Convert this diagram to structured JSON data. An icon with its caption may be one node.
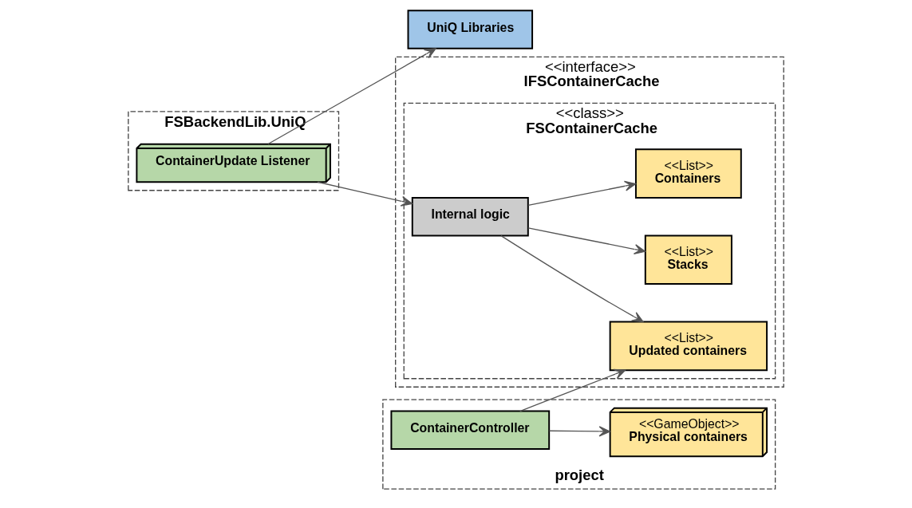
{
  "diagram": {
    "nodes": [
      {
        "text": [
          "FSBackendLib.UniQ"
        ]
      },
      {
        "text": [
          "ContainerUpdate Listener"
        ],
        "in": 0
      },
      {
        "text": [
          "UniQ Libraries"
        ]
      },
      {
        "text": [
          "<<interface>>",
          "IFSContainerCache"
        ]
      },
      {
        "text": [
          "<<class>>",
          "FSContainerCache"
        ],
        "in": 3
      },
      {
        "text": [
          "Internal logic"
        ],
        "in": 4
      },
      {
        "text": [
          "<<List>>",
          "Containers"
        ],
        "in": 4
      },
      {
        "text": [
          "<<List>>",
          "Updated containers"
        ],
        "in": 4
      },
      {
        "text": [
          "<<List>>",
          "Stacks"
        ],
        "in": 4
      },
      {
        "text": [
          "project"
        ]
      },
      {
        "text": [
          "ContainerController"
        ],
        "in": 9
      },
      {
        "text": [
          "<<GameObject>>",
          "Physical containers"
        ],
        "in": 9
      }
    ],
    "edges": [
      {
        "from": 1,
        "to": 2,
        "arrow": "to"
      },
      {
        "from": 1,
        "to": 5,
        "arrow": "to"
      },
      {
        "from": 5,
        "to": 6,
        "arrow": "to"
      },
      {
        "from": 5,
        "to": 7,
        "arrow": "to"
      },
      {
        "from": 5,
        "to": 8,
        "arrow": "to"
      },
      {
        "from": 10,
        "to": 7,
        "arrow": "to"
      },
      {
        "from": 10,
        "to": 11,
        "arrow": "to"
      }
    ]
  }
}
